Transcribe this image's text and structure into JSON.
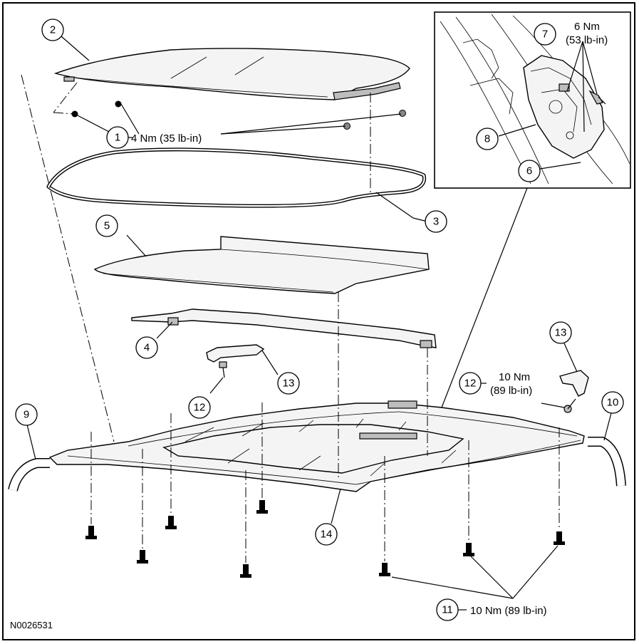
{
  "callouts": [
    {
      "id": "c1",
      "number": "1"
    },
    {
      "id": "c2",
      "number": "2"
    },
    {
      "id": "c3",
      "number": "3"
    },
    {
      "id": "c4",
      "number": "4"
    },
    {
      "id": "c5",
      "number": "5"
    },
    {
      "id": "c6",
      "number": "6"
    },
    {
      "id": "c7",
      "number": "7"
    },
    {
      "id": "c8",
      "number": "8"
    },
    {
      "id": "c9",
      "number": "9"
    },
    {
      "id": "c10",
      "number": "10"
    },
    {
      "id": "c11",
      "number": "11"
    },
    {
      "id": "c12a",
      "number": "12"
    },
    {
      "id": "c12b",
      "number": "12"
    },
    {
      "id": "c13a",
      "number": "13"
    },
    {
      "id": "c13b",
      "number": "13"
    },
    {
      "id": "c14",
      "number": "14"
    }
  ],
  "torque_specs": {
    "item1": "4 Nm (35 lb-in)",
    "item7_nm": "6 Nm",
    "item7_lbin": "(53 lb-in)",
    "item12_nm": "10 Nm",
    "item12_lbin": "(89 lb-in)",
    "item11": "10 Nm (89 lb-in)"
  },
  "figure_code": "N0026531"
}
